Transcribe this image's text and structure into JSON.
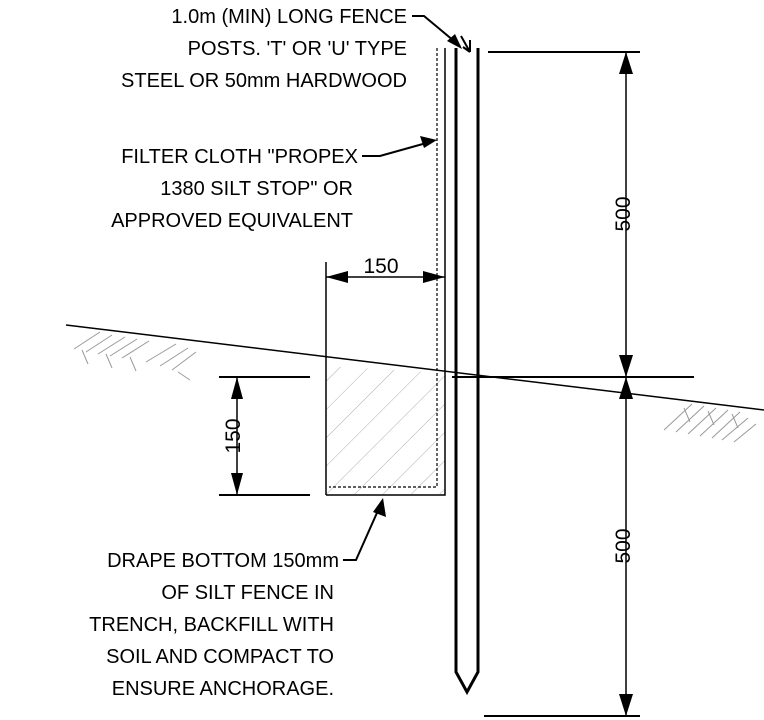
{
  "callouts": {
    "posts": [
      "1.0m (MIN) LONG FENCE",
      "POSTS. 'T' OR 'U' TYPE",
      "STEEL OR 50mm HARDWOOD"
    ],
    "cloth": [
      "FILTER CLOTH \"PROPEX",
      "1380 SILT STOP\" OR",
      "APPROVED EQUIVALENT"
    ],
    "drape": [
      "DRAPE BOTTOM 150mm",
      "OF SILT FENCE IN",
      "TRENCH, BACKFILL WITH",
      "SOIL AND COMPACT TO",
      "ENSURE ANCHORAGE."
    ]
  },
  "dimensions": {
    "trench_width": "150",
    "trench_depth": "150",
    "post_above_ground": "500",
    "post_below_ground": "500"
  }
}
